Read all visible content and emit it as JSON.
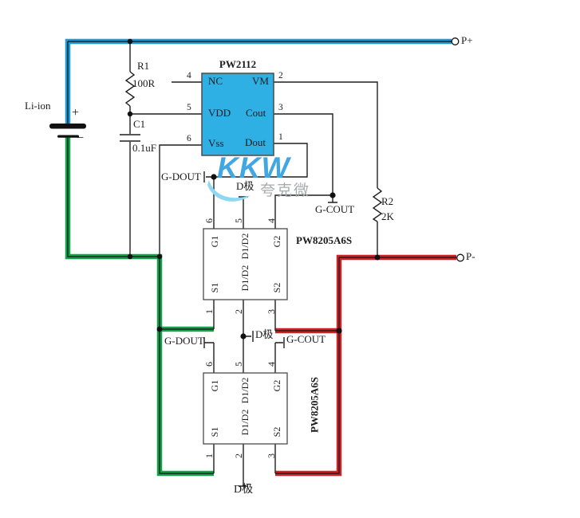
{
  "schematic": {
    "watermark": {
      "logo": "KKW",
      "company": "夸克微"
    },
    "terminals": {
      "p_plus": "P+",
      "p_minus": "P-"
    },
    "battery": {
      "label": "Li-ion",
      "plus": "+",
      "minus": "−"
    },
    "r1": {
      "ref": "R1",
      "value": "100R"
    },
    "r2": {
      "ref": "R2",
      "value": "2K"
    },
    "c1": {
      "ref": "C1",
      "value": "0.1uF"
    },
    "ic": {
      "title": "PW2112",
      "left_pins": [
        {
          "num": "4",
          "name": "NC"
        },
        {
          "num": "5",
          "name": "VDD"
        },
        {
          "num": "6",
          "name": "Vss"
        }
      ],
      "right_pins": [
        {
          "num": "2",
          "name": "VM"
        },
        {
          "num": "3",
          "name": "Cout"
        },
        {
          "num": "1",
          "name": "Dout"
        }
      ]
    },
    "net_labels": {
      "gate_discharge": "G-DOUT",
      "gate_charge": "G-COUT",
      "drain": "D极"
    },
    "mosfets": [
      {
        "name": "PW8205A6S",
        "top_pins": [
          {
            "num": "6",
            "label": "G1"
          },
          {
            "num": "5",
            "label": "D1/D2"
          },
          {
            "num": "4",
            "label": "G2"
          }
        ],
        "bottom_pins": [
          {
            "num": "1",
            "label": "S1"
          },
          {
            "num": "2",
            "label": "D1/D2"
          },
          {
            "num": "3",
            "label": "S2"
          }
        ]
      },
      {
        "name": "PW8205A6S",
        "top_pins": [
          {
            "num": "6",
            "label": "G1"
          },
          {
            "num": "5",
            "label": "D1/D2"
          },
          {
            "num": "4",
            "label": "G2"
          }
        ],
        "bottom_pins": [
          {
            "num": "1",
            "label": "S1"
          },
          {
            "num": "2",
            "label": "D1/D2"
          },
          {
            "num": "3",
            "label": "S2"
          }
        ]
      }
    ]
  },
  "colors": {
    "wire_blue": "#1b9cd8",
    "wire_green": "#12a24a",
    "wire_red": "#cf2127",
    "wire_black": "#1f1f1f",
    "ic_fill": "#2fb0e4",
    "ic_border": "#4a4a4a",
    "block_border": "#4a4a4a",
    "logo_blue": "#41a7e3",
    "swoosh_blue": "#8ed9f1",
    "company_gray": "#a9abb0",
    "text_dark": "#1b1b1b"
  }
}
